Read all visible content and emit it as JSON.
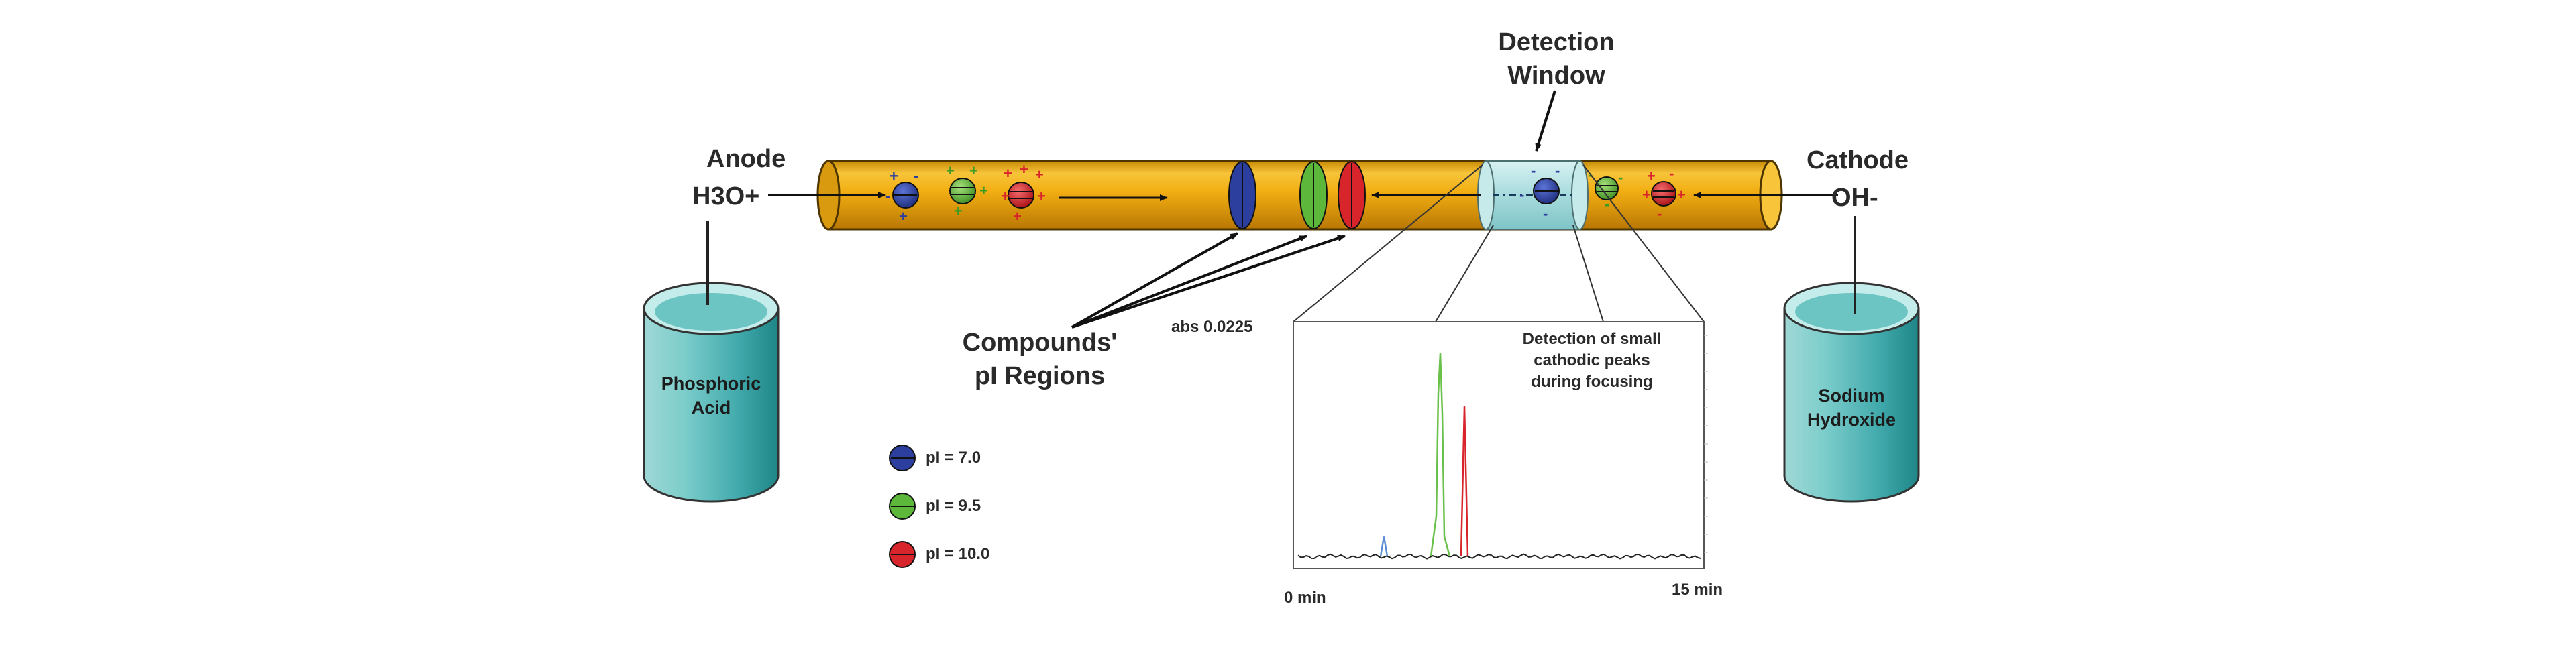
{
  "labels": {
    "detection_window_line1": "Detection",
    "detection_window_line2": "Window",
    "anode": "Anode",
    "anode_ion": "H3O+",
    "cathode": "Cathode",
    "cathode_ion": "OH-",
    "left_tank_line1": "Phosphoric",
    "left_tank_line2": "Acid",
    "right_tank_line1": "Sodium",
    "right_tank_line2": "Hydroxide",
    "compounds_line1": "Compounds'",
    "compounds_line2": "pI Regions"
  },
  "legend": [
    {
      "label": "pI = 7.0",
      "color": "#2d3f9e"
    },
    {
      "label": "pI = 9.5",
      "color": "#5cb73a"
    },
    {
      "label": "pI = 10.0",
      "color": "#d8252b"
    }
  ],
  "chart_data": {
    "type": "line",
    "ylabel": "abs 0.0225",
    "x_start_label": "0 min",
    "x_end_label": "15 min",
    "annotation": [
      "Detection of  small",
      "cathodic peaks",
      "during focusing"
    ],
    "xlim": [
      0,
      15
    ],
    "series": [
      {
        "color": "#5b8fd6",
        "peaks": [
          {
            "x": 3.2,
            "height": 0.09
          }
        ]
      },
      {
        "color": "#69c04a",
        "peaks": [
          {
            "x": 5.3,
            "height": 0.92
          }
        ]
      },
      {
        "color": "#d8252b",
        "peaks": [
          {
            "x": 6.2,
            "height": 0.68
          }
        ]
      }
    ]
  },
  "colors": {
    "capillary": "#f5b81c",
    "capillary_edge": "#6b4a00",
    "window": "#a9dde0",
    "tank": "#4fb8b8",
    "tank_dark": "#2b8f91",
    "tank_light": "#b4e6e3"
  }
}
